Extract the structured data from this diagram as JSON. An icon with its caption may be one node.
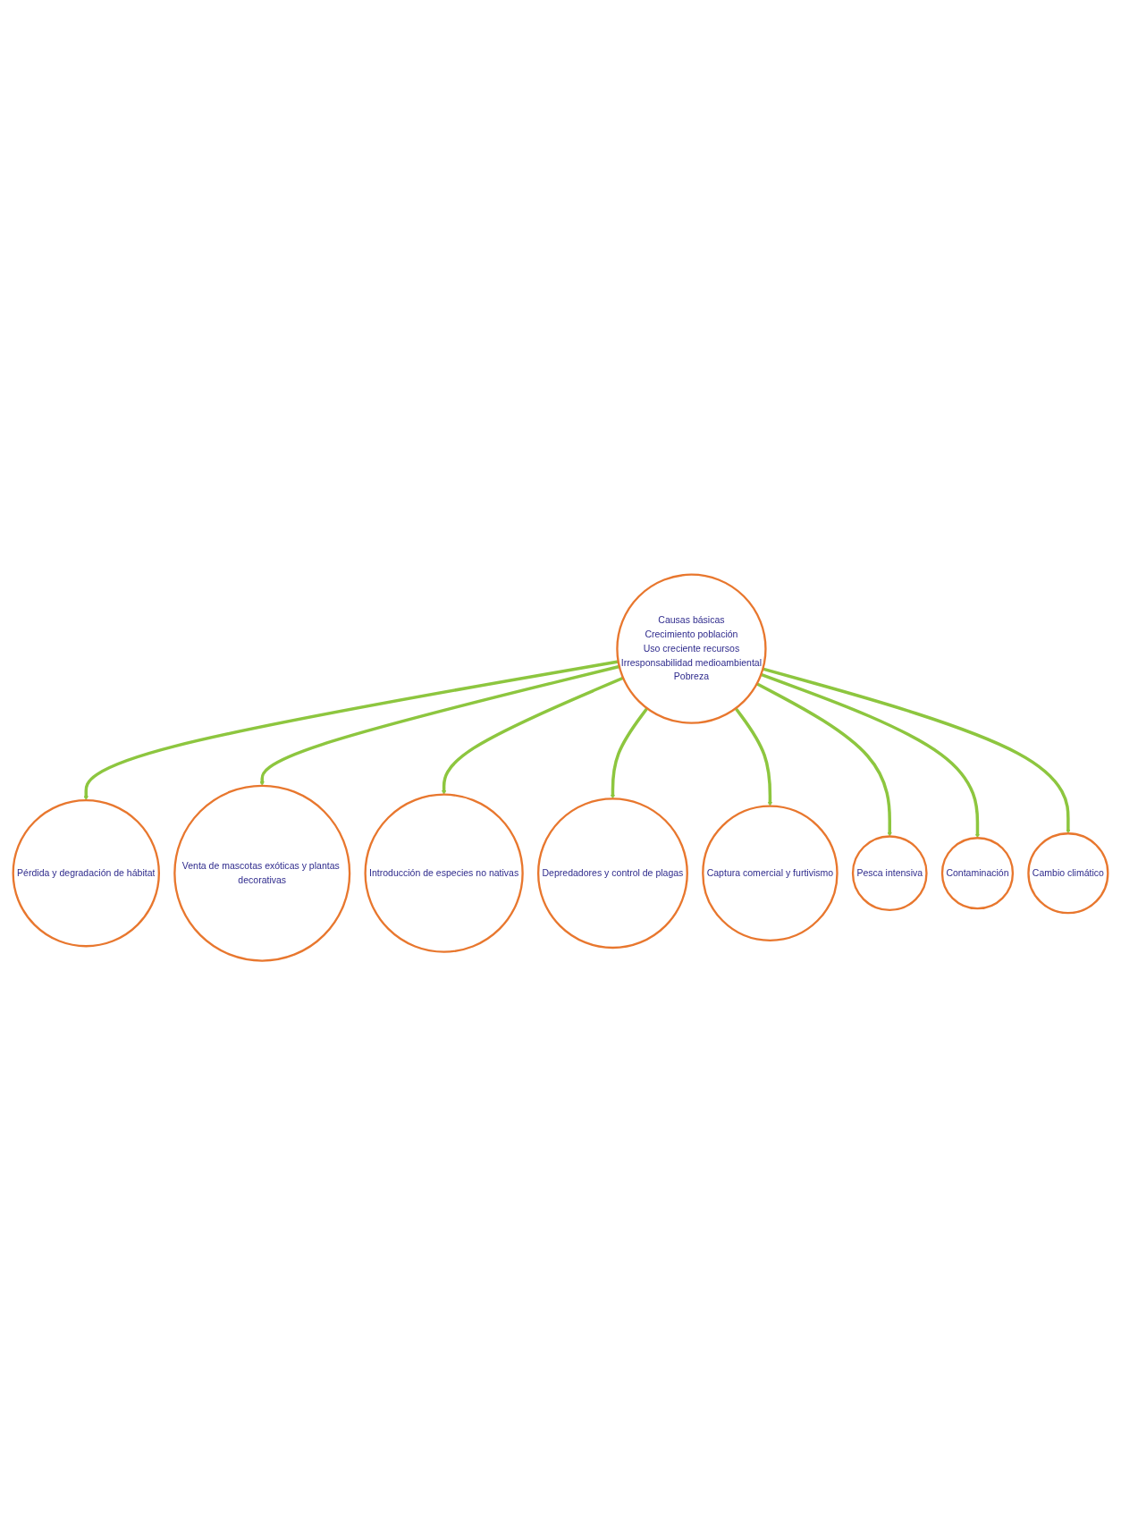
{
  "diagram": {
    "nodes": [
      {
        "text": [
          "Causas básicas",
          "Crecimiento población",
          "Uso creciente  recursos",
          "Irresponsabilidad medioambiental",
          "Pobreza"
        ]
      },
      {
        "text": [
          "Pérdida y degradación de hábitat"
        ]
      },
      {
        "text": [
          "Venta de mascotas exóticas y plantas decorativas"
        ]
      },
      {
        "text": [
          "Introducción de especies no nativas"
        ]
      },
      {
        "text": [
          "Depredadores y control de plagas"
        ]
      },
      {
        "text": [
          "Captura comercial y furtivismo"
        ]
      },
      {
        "text": [
          "Pesca intensiva"
        ]
      },
      {
        "text": [
          "Contaminación"
        ]
      },
      {
        "text": [
          "Cambio climático"
        ]
      }
    ],
    "edges": [
      {
        "from": 0,
        "to": 1,
        "arrow": "to"
      },
      {
        "from": 0,
        "to": 2,
        "arrow": "to"
      },
      {
        "from": 0,
        "to": 3,
        "arrow": "to"
      },
      {
        "from": 0,
        "to": 4,
        "arrow": "to"
      },
      {
        "from": 0,
        "to": 5,
        "arrow": "to"
      },
      {
        "from": 0,
        "to": 6,
        "arrow": "to"
      },
      {
        "from": 0,
        "to": 7,
        "arrow": "to"
      },
      {
        "from": 0,
        "to": 8,
        "arrow": "to"
      }
    ]
  }
}
